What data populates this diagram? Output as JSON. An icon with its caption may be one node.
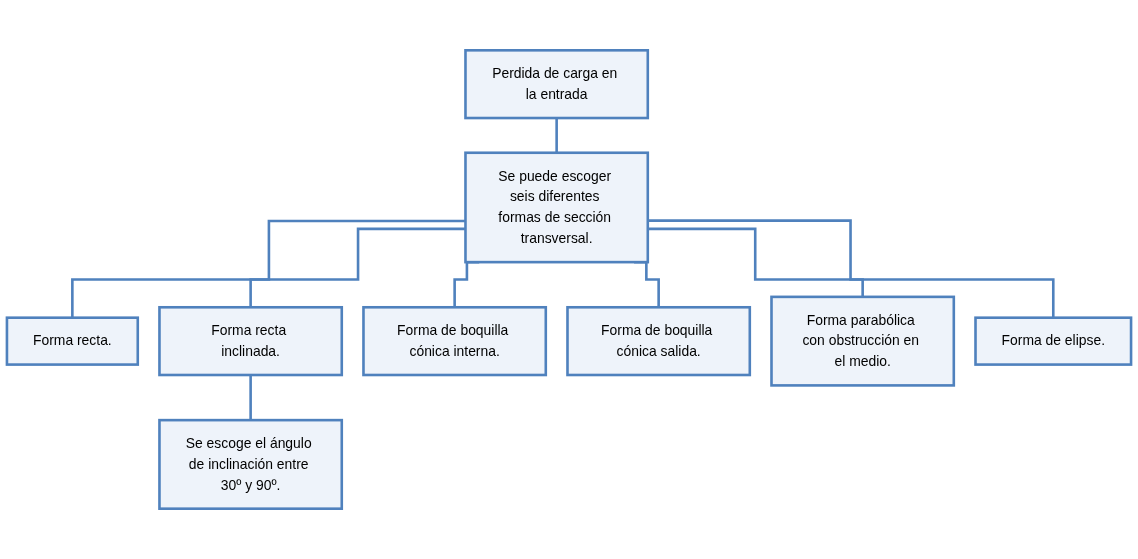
{
  "diagram": {
    "nodes": [
      {
        "text": [
          "Perdida de carga en la entrada"
        ]
      },
      {
        "text": [
          "Se puede escoger seis diferentes formas de sección transversal."
        ]
      },
      {
        "text": [
          "Forma recta."
        ]
      },
      {
        "text": [
          "Forma recta inclinada."
        ]
      },
      {
        "text": [
          "Forma de boquilla cónica interna."
        ]
      },
      {
        "text": [
          "Forma de boquilla cónica salida."
        ]
      },
      {
        "text": [
          "Forma parabólica con obstrucción en el medio."
        ]
      },
      {
        "text": [
          "Forma de elipse."
        ]
      },
      {
        "text": [
          "Se escoge el ángulo de inclinación entre 30º y 90º."
        ]
      }
    ],
    "edges": [
      {
        "from": 0,
        "to": 1,
        "arrow": "none"
      },
      {
        "from": 1,
        "to": 2,
        "arrow": "none"
      },
      {
        "from": 1,
        "to": 3,
        "arrow": "none"
      },
      {
        "from": 1,
        "to": 4,
        "arrow": "none"
      },
      {
        "from": 1,
        "to": 5,
        "arrow": "none"
      },
      {
        "from": 1,
        "to": 6,
        "arrow": "none"
      },
      {
        "from": 1,
        "to": 7,
        "arrow": "none"
      },
      {
        "from": 3,
        "to": 8,
        "arrow": "none"
      }
    ]
  }
}
